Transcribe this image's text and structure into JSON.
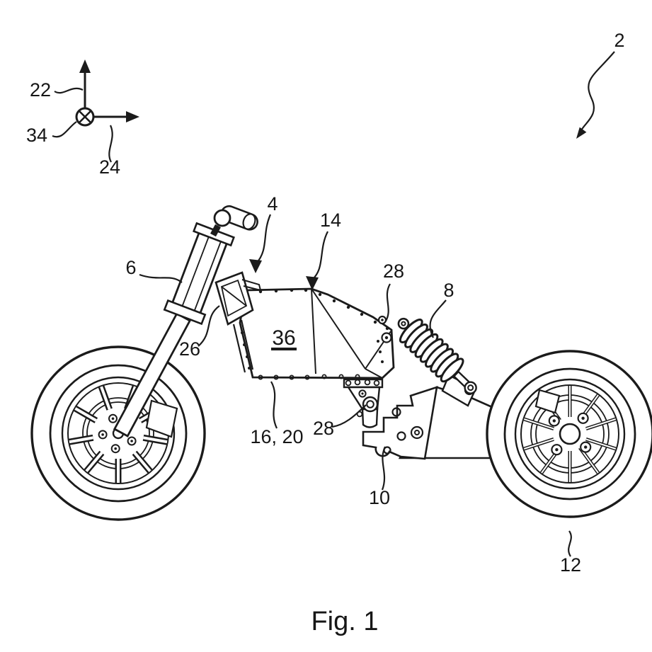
{
  "figure": {
    "caption": "Fig. 1",
    "labels": {
      "overall": "2",
      "frame_arrow": "4",
      "front_fork": "6",
      "rear_shock": "8",
      "swingarm_bracket": "10",
      "rear_wheel": "12",
      "housing_top": "14",
      "housing_bottom": "16, 20",
      "vertical_axis": "22",
      "horizontal_axis": "24",
      "front_bracket": "26",
      "mount_upper": "28",
      "mount_lower": "28",
      "axis_origin": "34",
      "battery_housing": "36"
    }
  },
  "colors": {
    "ink": "#1b1b1b",
    "background": "#ffffff"
  }
}
